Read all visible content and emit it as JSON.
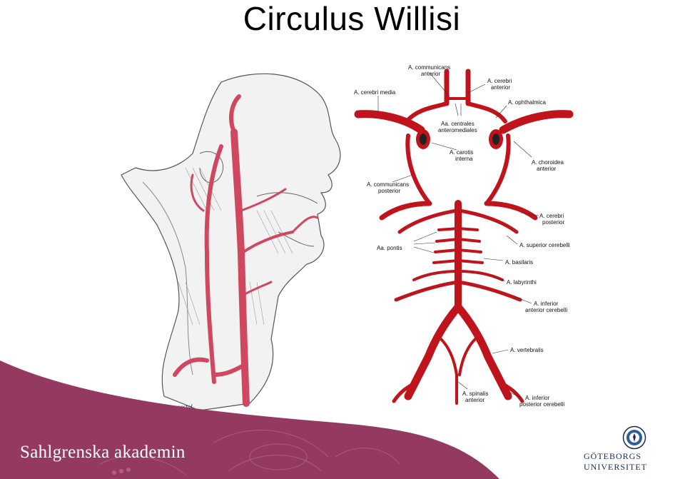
{
  "slide": {
    "title": "Circulus Willisi"
  },
  "neck_illustration": {
    "caption": "First aortic intercostal"
  },
  "willis_diagram": {
    "labels": {
      "communicans_anterior": [
        "A. communicans",
        "anterior"
      ],
      "cerebri_anterior": [
        "A. cerebri",
        "anterior"
      ],
      "cerebri_media": "A. cerebri media",
      "ophthalmica": "A. ophthalmica",
      "centrales": [
        "Aa. centrales",
        "anteromediales"
      ],
      "carotis_interna": [
        "A. carotis",
        "interna"
      ],
      "choroidea_anterior": [
        "A. choroidea",
        "anterior"
      ],
      "communicans_posterior": [
        "A. communicans",
        "posterior"
      ],
      "cerebri_posterior": [
        "A. cerebri",
        "posterior"
      ],
      "superior_cerebelli": "A. superior cerebelli",
      "pontis": "Aa. pontis",
      "basilaris": "A. basilaris",
      "labyrinthi": "A. labyrinthi",
      "inferior_anterior": [
        "A. inferior",
        "anterior cerebelli"
      ],
      "vertebralis": "A. vertebralis",
      "spinalis_anterior": [
        "A. spinalis",
        "anterior"
      ],
      "inferior_posterior": [
        "A. inferior",
        "posterior cerebelli"
      ]
    },
    "artery_color": "#c0141c"
  },
  "footer": {
    "left_brand": "Sahlgrenska akademin",
    "right_brand": "GÖTEBORGS UNIVERSITET",
    "band_color": "#94395f"
  }
}
